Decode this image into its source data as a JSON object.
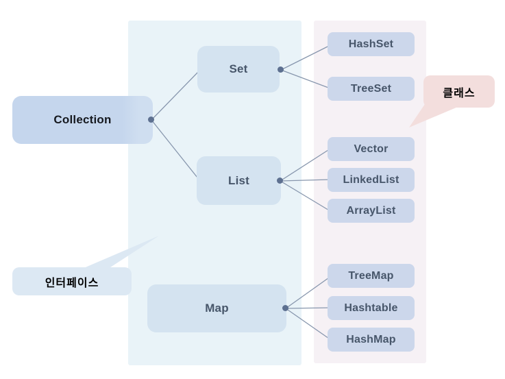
{
  "nodes": {
    "collection": {
      "label": "Collection",
      "kind": "interface"
    },
    "set": {
      "label": "Set",
      "kind": "interface"
    },
    "list": {
      "label": "List",
      "kind": "interface"
    },
    "map": {
      "label": "Map",
      "kind": "interface"
    },
    "hashset": {
      "label": "HashSet",
      "kind": "class"
    },
    "treeset": {
      "label": "TreeSet",
      "kind": "class"
    },
    "vector": {
      "label": "Vector",
      "kind": "class"
    },
    "linkedlist": {
      "label": "LinkedList",
      "kind": "class"
    },
    "arraylist": {
      "label": "ArrayList",
      "kind": "class"
    },
    "treemap": {
      "label": "TreeMap",
      "kind": "class"
    },
    "hashtable": {
      "label": "Hashtable",
      "kind": "class"
    },
    "hashmap": {
      "label": "HashMap",
      "kind": "class"
    }
  },
  "edges": [
    {
      "from": "collection",
      "to": "set"
    },
    {
      "from": "collection",
      "to": "list"
    },
    {
      "from": "set",
      "to": "hashset"
    },
    {
      "from": "set",
      "to": "treeset"
    },
    {
      "from": "list",
      "to": "vector"
    },
    {
      "from": "list",
      "to": "linkedlist"
    },
    {
      "from": "list",
      "to": "arraylist"
    },
    {
      "from": "map",
      "to": "treemap"
    },
    {
      "from": "map",
      "to": "hashtable"
    },
    {
      "from": "map",
      "to": "hashmap"
    }
  ],
  "callouts": {
    "interface": {
      "label": "인터페이스"
    },
    "class": {
      "label": "클래스"
    }
  },
  "colors": {
    "interface_column_bg": "#e9f3f8",
    "class_column_bg": "#f6f1f5",
    "root_box_bg": "#c5d6ed",
    "interface_box_bg": "#d4e3f0",
    "class_box_bg": "#ccd7eb",
    "interface_callout_bg": "#dce8f3",
    "class_callout_bg": "#f3dedd",
    "connector": "#8796ad",
    "dot": "#5d7090",
    "root_label": "#16191f",
    "node_label": "#47566a",
    "callout_label": "#000000"
  }
}
